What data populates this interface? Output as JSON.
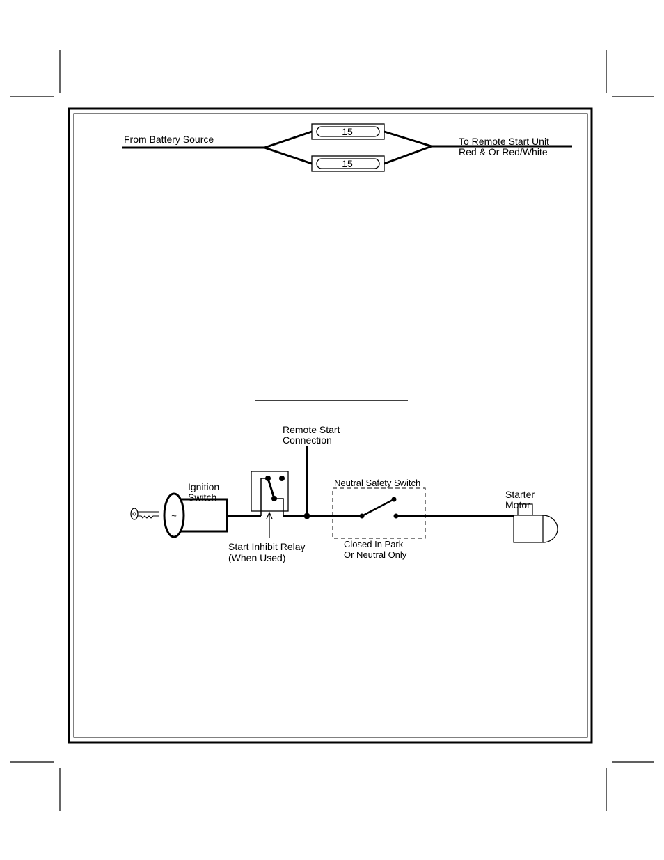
{
  "fuse_diagram": {
    "source_label": "From Battery Source",
    "fuse_top_rating": "15",
    "fuse_bottom_rating": "15",
    "dest_label_line1": "To Remote Start Unit",
    "dest_label_line2": "Red & Or Red/White"
  },
  "starter_diagram": {
    "remote_start_line1": "Remote Start",
    "remote_start_line2": "Connection",
    "ignition_line1": "Ignition",
    "ignition_line2": "Switch",
    "neutral_switch_label": "Neutral Safety Switch",
    "neutral_note_line1": "Closed In Park",
    "neutral_note_line2": "Or Neutral Only",
    "relay_line1": "Start Inhibit Relay",
    "relay_line2": "(When Used)",
    "starter_line1": "Starter",
    "starter_line2": "Motor",
    "ignition_symbol": "~"
  }
}
